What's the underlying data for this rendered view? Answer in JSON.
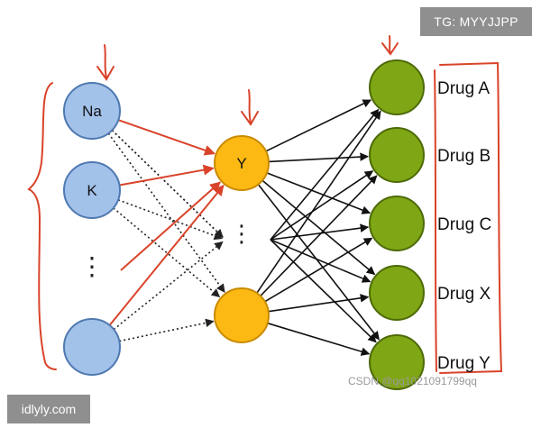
{
  "colors": {
    "input_node": "#a3c2ea",
    "input_stroke": "#4f79b0",
    "hidden_node": "#fdb913",
    "hidden_stroke": "#c98a00",
    "output_node": "#7fa614",
    "output_stroke": "#4d6a08",
    "red_mark": "#d9432a",
    "black_line": "#111111",
    "dotted_line": "#222222",
    "badge_bg": "#8f8f8f"
  },
  "input_layer": {
    "nodes": [
      {
        "label": "Na"
      },
      {
        "label": "K"
      },
      {
        "label": ""
      }
    ],
    "ellipsis": "⋮"
  },
  "hidden_layer": {
    "nodes": [
      {
        "label": "Y"
      },
      {
        "label": ""
      }
    ],
    "ellipsis": "⋮"
  },
  "output_layer": {
    "labels": [
      "Drug A",
      "Drug B",
      "Drug C",
      "Drug X",
      "Drug Y"
    ]
  },
  "watermarks": {
    "top_right": "TG: MYYJJPP",
    "bottom_left": "idlyly.com",
    "csdn": "CSDN @qq1021091799qq"
  }
}
